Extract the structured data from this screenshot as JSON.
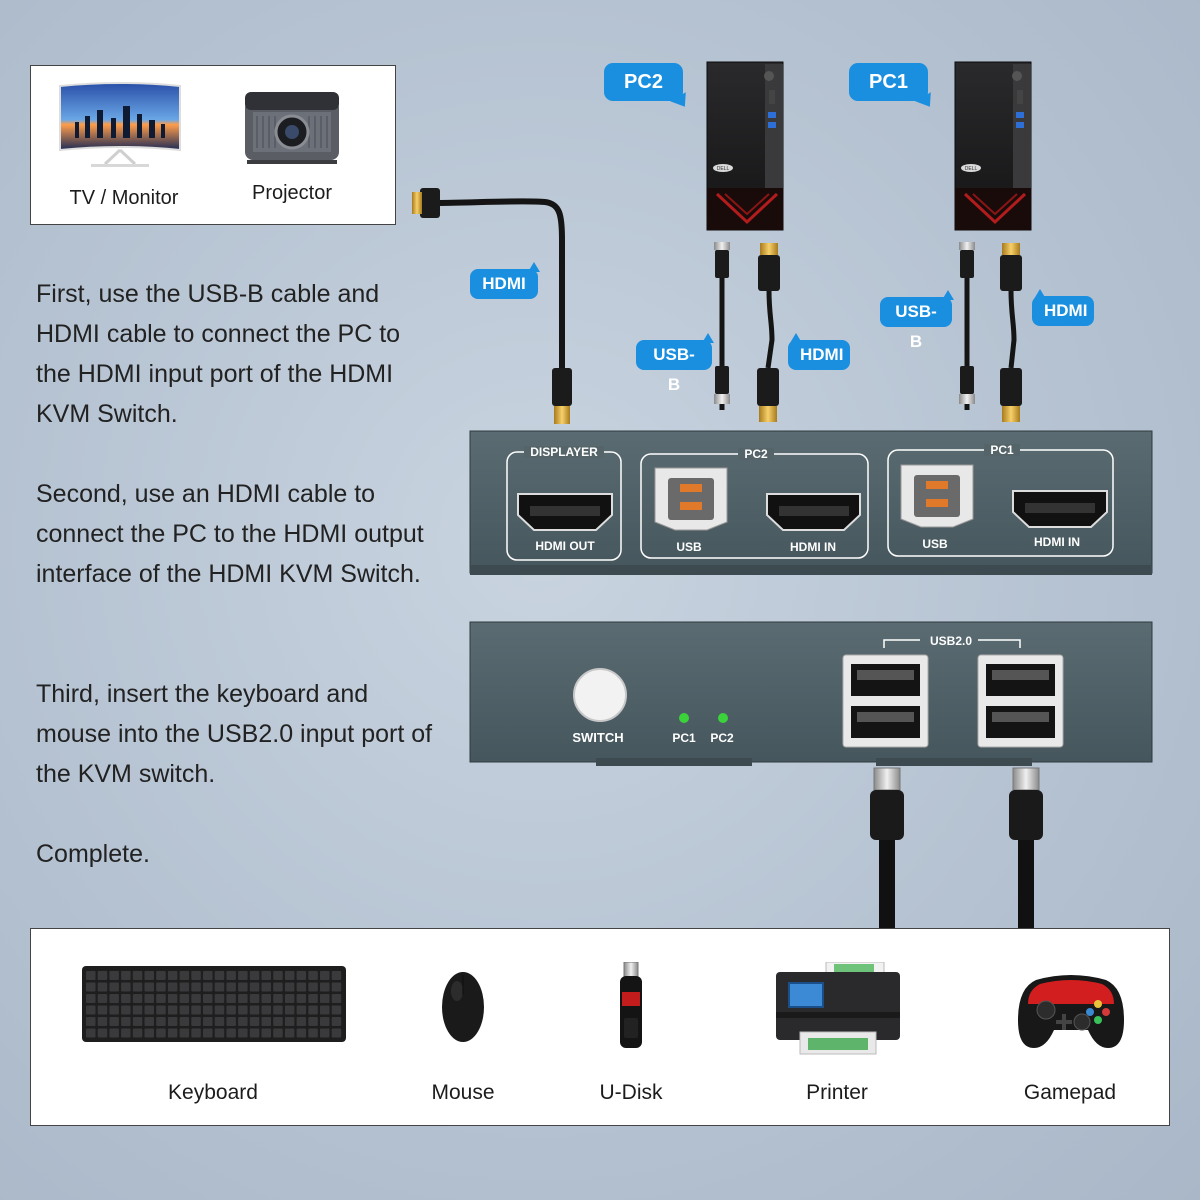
{
  "output_devices": {
    "monitor_label": "TV / Monitor",
    "projector_label": "Projector"
  },
  "instructions": {
    "step1": "First, use the USB-B cable and HDMI cable to connect the PC to the HDMI input port of the HDMI KVM Switch.",
    "step2": "Second, use an HDMI cable to connect the PC to the HDMI output interface of the HDMI KVM Switch.",
    "step3": "Third, insert the keyboard and mouse into the USB2.0 input port of the KVM switch.",
    "step4": "Complete."
  },
  "computers": {
    "pc2_tag": "PC2",
    "pc1_tag": "PC1",
    "brand_badge": "DELL"
  },
  "cable_tags": {
    "display_hdmi": "HDMI",
    "pc2_usb": "USB-B",
    "pc2_hdmi": "HDMI",
    "pc1_usb": "USB-B",
    "pc1_hdmi": "HDMI"
  },
  "rear_panel": {
    "displayer_group": "DISPLAYER",
    "hdmi_out": "HDMI OUT",
    "pc2_group": "PC2",
    "pc2_usb": "USB",
    "pc2_hdmi_in": "HDMI IN",
    "pc1_group": "PC1",
    "pc1_usb": "USB",
    "pc1_hdmi_in": "HDMI IN"
  },
  "front_panel": {
    "switch_label": "SWITCH",
    "led_pc1": "PC1",
    "led_pc2": "PC2",
    "usb_group": "USB2.0",
    "led_color": "#3bd23b"
  },
  "peripherals": {
    "keyboard": "Keyboard",
    "mouse": "Mouse",
    "udisk": "U-Disk",
    "printer": "Printer",
    "gamepad": "Gamepad"
  },
  "colors": {
    "bubble_blue": "#1a8fe0",
    "kvm_body": "#4e5f66"
  }
}
